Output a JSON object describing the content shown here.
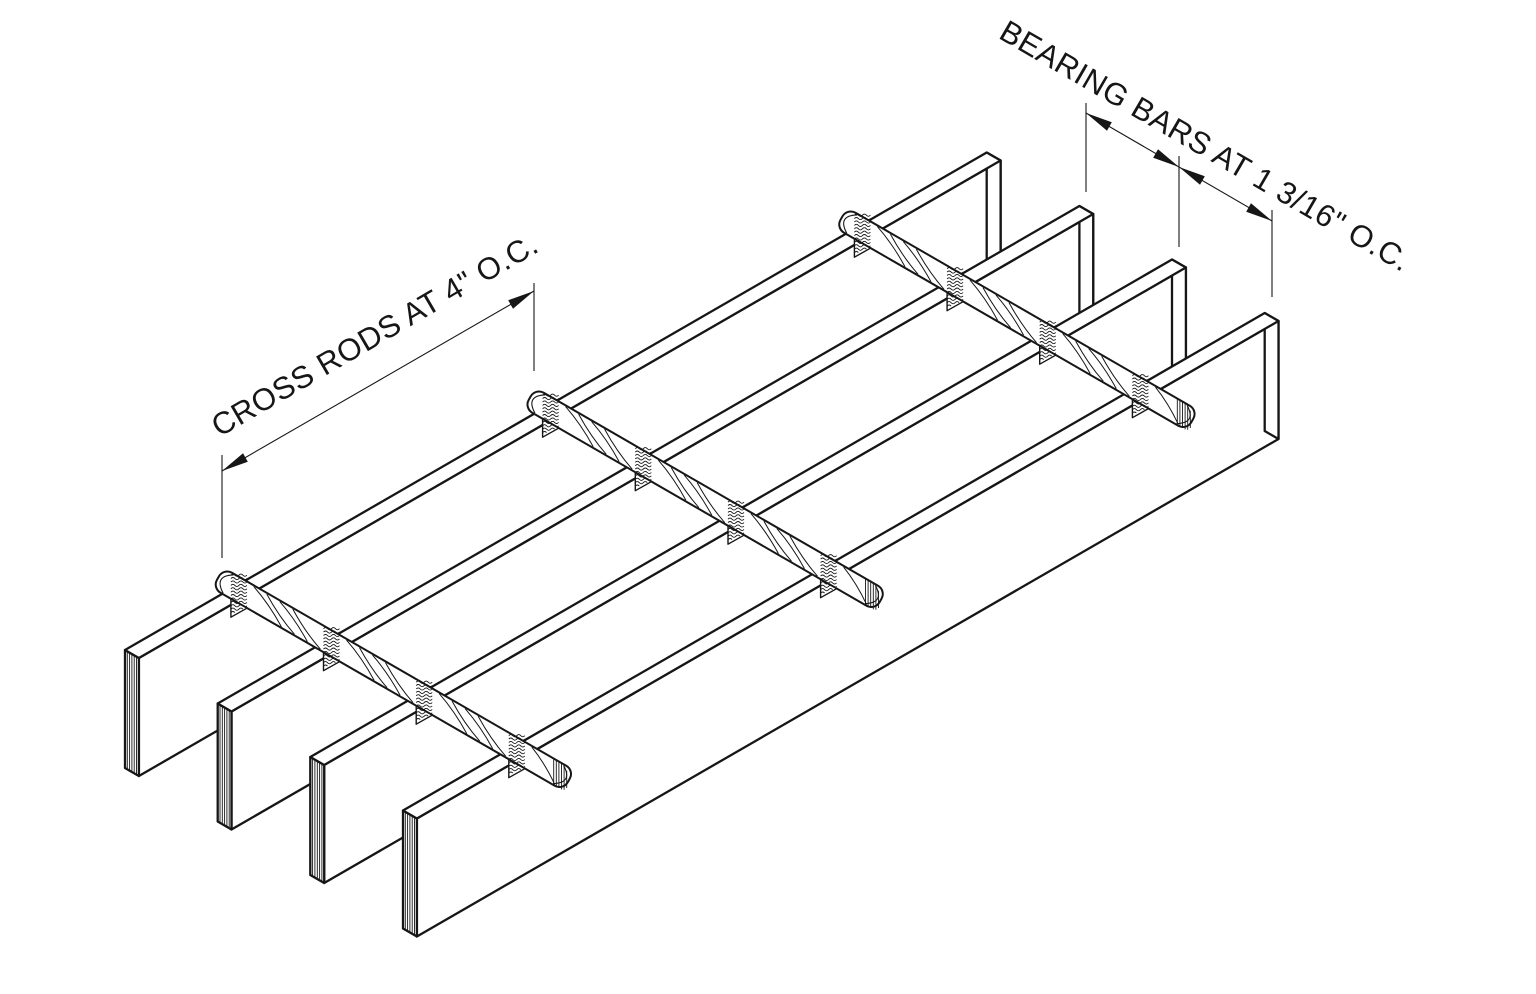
{
  "drawing": {
    "subject": "steel-bar-grating-isometric-detail",
    "background": "#ffffff",
    "line_color": "#161616",
    "structure": {
      "bearing_bar_count": 4,
      "cross_rod_count": 3,
      "bearing_bar_spacing": "1 3/16\" O.C.",
      "cross_rod_spacing": "4\" O.C."
    },
    "annotations": {
      "cross_rods": {
        "label": "CROSS RODS AT 4\" O.C."
      },
      "bearing_bars": {
        "label": "BEARING BARS AT 1 3/16\" O.C."
      }
    }
  }
}
